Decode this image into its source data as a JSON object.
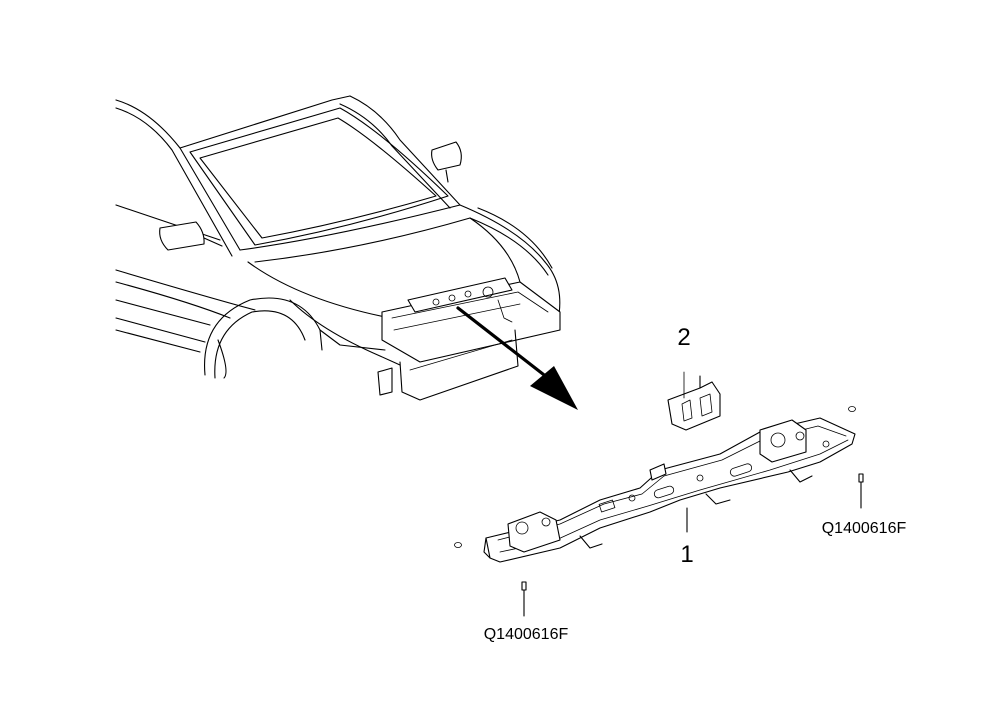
{
  "diagram": {
    "callouts": [
      {
        "id": "1",
        "label": "1"
      },
      {
        "id": "2",
        "label": "2"
      }
    ],
    "part_codes": [
      {
        "id": "left",
        "code": "Q1400616F"
      },
      {
        "id": "right",
        "code": "Q1400616F"
      }
    ]
  }
}
